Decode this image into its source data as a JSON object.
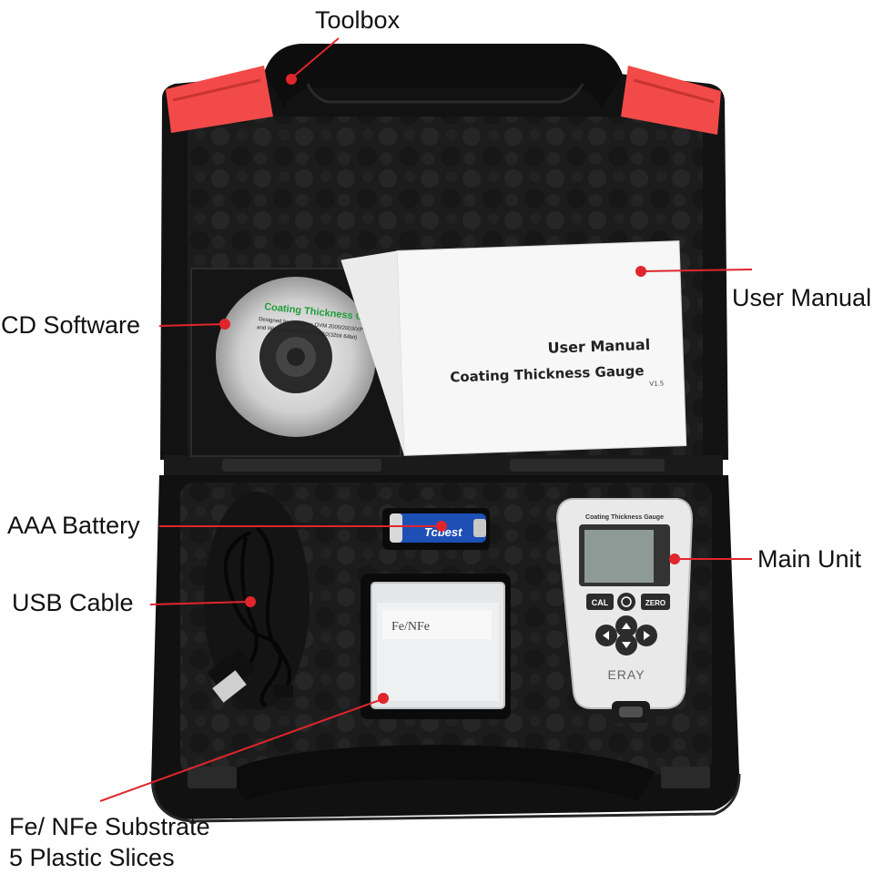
{
  "colors": {
    "callout_line": "#e0262c",
    "case_black": "#121212",
    "latch_red": "#f24a48",
    "foam": "#1e1e1e",
    "gauge_body": "#e9e9e9",
    "battery_blue": "#1d4fb5"
  },
  "callouts": {
    "toolbox": "Toolbox",
    "cd_software": "CD Software",
    "user_manual": "User Manual",
    "aaa_battery": "AAA Battery",
    "main_unit": "Main Unit",
    "usb_cable": "USB Cable",
    "substrate_line1": "Fe/ NFe Substrate",
    "substrate_line2": "5 Plastic Slices"
  },
  "manual_cover": {
    "title": "User Manual",
    "subtitle": "Coating Thickness Gauge",
    "version": "V1.5"
  },
  "cd_sleeve": {
    "title": "Coating Thickness G",
    "line1": "Designed for Windows OVM 2000/2003/XP",
    "line2": "and Windows XP/Vista/7/8/10(32bit 64bit)"
  },
  "battery": {
    "brand": "Tcbest"
  },
  "bag": {
    "label": "Fe/NFe"
  },
  "gauge": {
    "header": "Coating Thickness Gauge",
    "btn_cal": "CAL",
    "btn_zero": "ZERO",
    "brand": "ERAY"
  }
}
